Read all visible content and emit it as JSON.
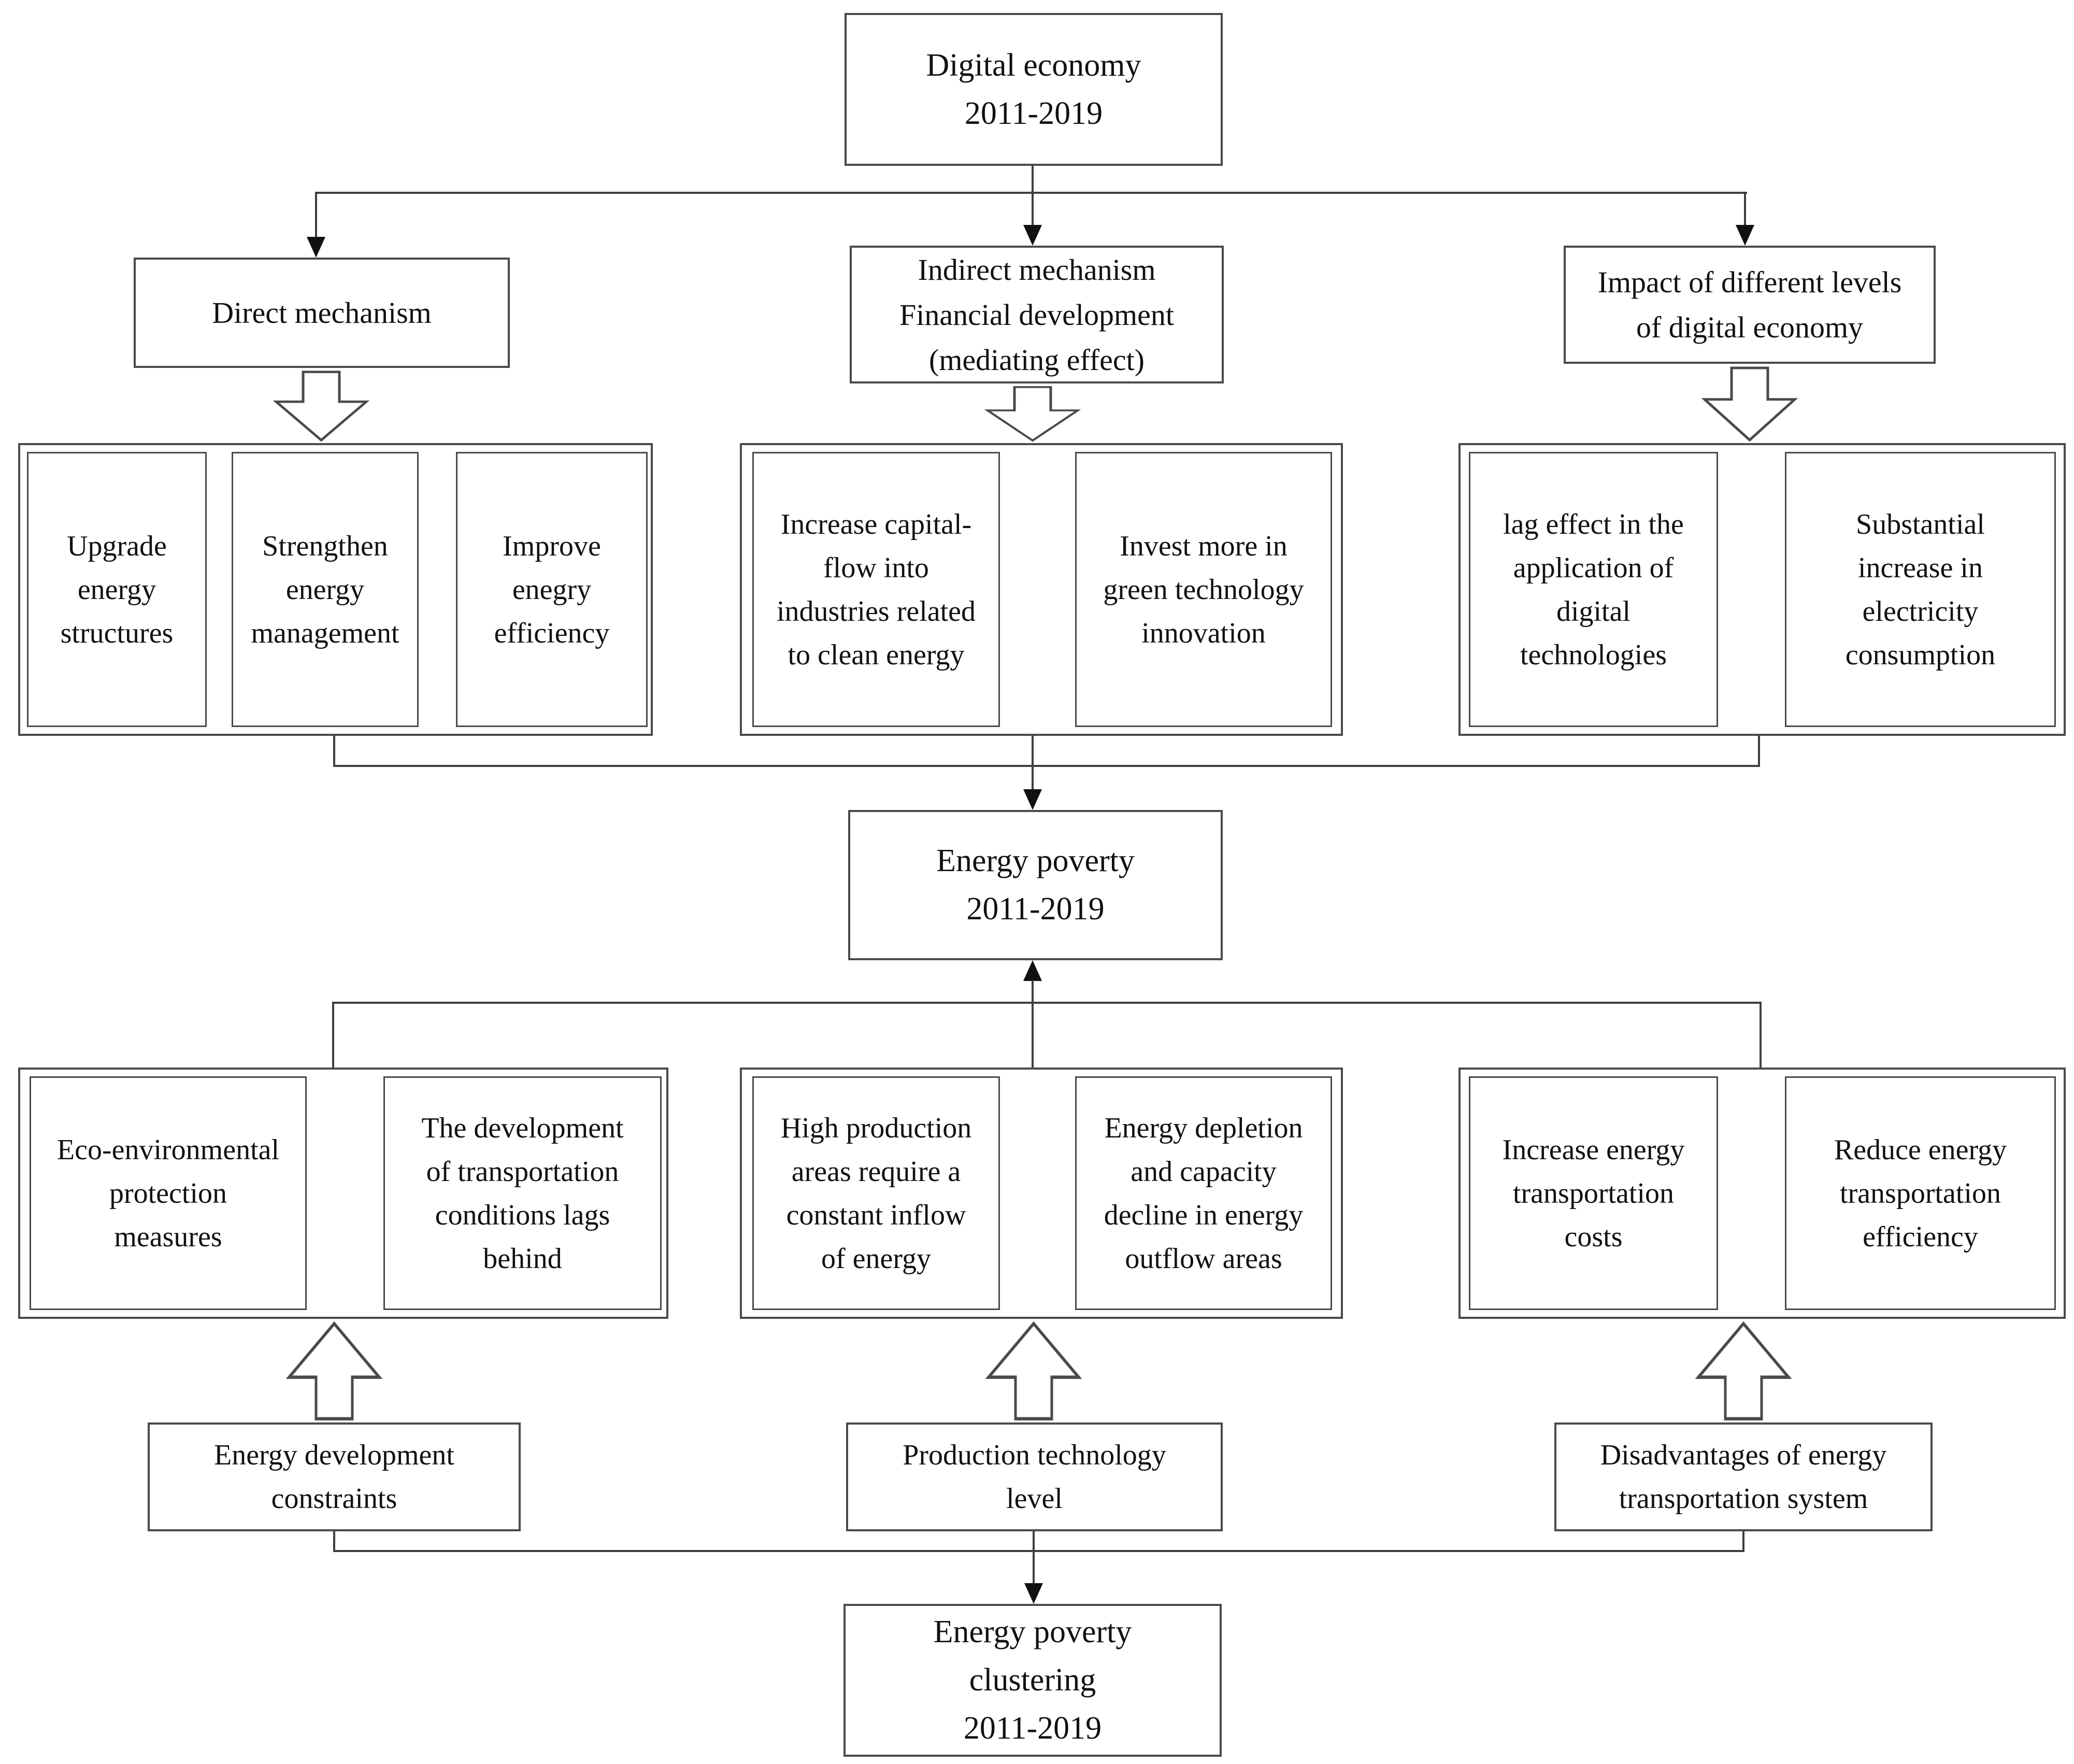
{
  "colors": {
    "background": "#ffffff",
    "box_border": "#4a4a4a",
    "line": "#3f3f3f",
    "text": "#111111"
  },
  "nodes": {
    "digital_economy": {
      "label": "Digital economy\n2011-2019"
    },
    "direct_mechanism": {
      "label": "Direct mechanism"
    },
    "indirect_mechanism": {
      "label": "Indirect mechanism\nFinancial development\n(mediating effect)"
    },
    "impact_levels": {
      "label": "Impact of different levels\nof digital economy"
    },
    "energy_poverty": {
      "label": "Energy poverty\n2011-2019"
    },
    "energy_development_constraints": {
      "label": "Energy development\nconstraints"
    },
    "production_technology_level": {
      "label": "Production technology\nlevel"
    },
    "disadvantages_energy_transportation": {
      "label": "Disadvantages of energy\ntransportation system"
    },
    "energy_poverty_clustering": {
      "label": "Energy poverty\nclustering\n2011-2019"
    }
  },
  "groups": {
    "direct_effects": {
      "items": [
        {
          "label": "Upgrade\nenergy\nstructures"
        },
        {
          "label": "Strengthen\nenergy\nmanagement"
        },
        {
          "label": "Improve\nenegry\nefficiency"
        }
      ]
    },
    "indirect_effects": {
      "items": [
        {
          "label": "Increase capital-\nflow into\nindustries related\nto clean energy"
        },
        {
          "label": "Invest more in\ngreen technology\ninnovation"
        }
      ]
    },
    "impact_effects": {
      "items": [
        {
          "label": "lag effect in the\napplication of\ndigital\ntechnologies"
        },
        {
          "label": "Substantial\nincrease in\nelectricity\nconsumption"
        }
      ]
    },
    "energy_development_effects": {
      "items": [
        {
          "label": "Eco-environmental\nprotection\nmeasures"
        },
        {
          "label": "The development\nof transportation\nconditions lags\nbehind"
        }
      ]
    },
    "production_technology_effects": {
      "items": [
        {
          "label": "High production\nareas require a\nconstant inflow\nof energy"
        },
        {
          "label": "Energy depletion\nand capacity\ndecline in energy\noutflow areas"
        }
      ]
    },
    "transportation_effects": {
      "items": [
        {
          "label": "Increase energy\ntransportation\ncosts"
        },
        {
          "label": "Reduce energy\ntransportation\nefficiency"
        }
      ]
    }
  }
}
